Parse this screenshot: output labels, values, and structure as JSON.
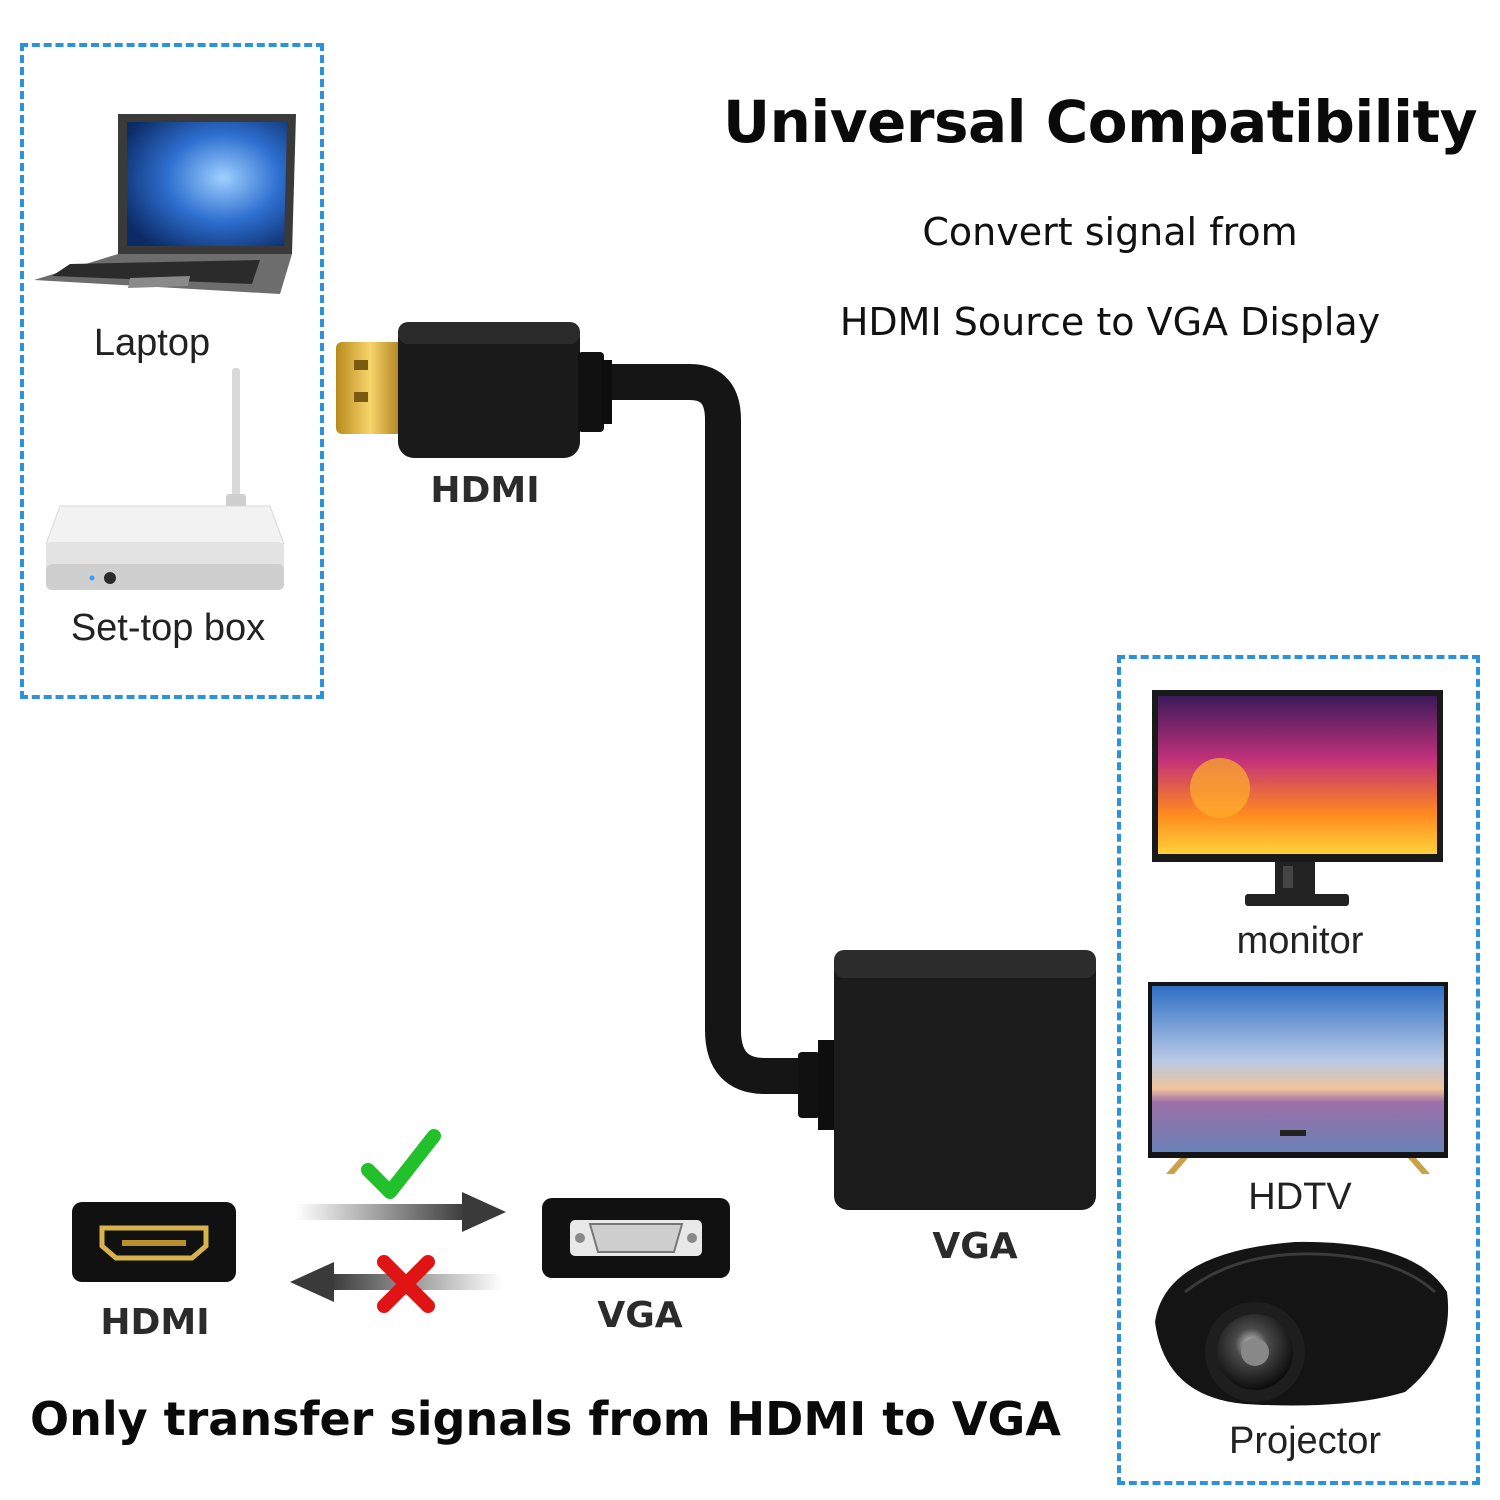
{
  "heading": {
    "title": "Universal Compatibility",
    "line1": "Convert signal from",
    "line2": "HDMI Source to VGA Display"
  },
  "sources": {
    "laptop_label": "Laptop",
    "settop_label": "Set-top box"
  },
  "adapter": {
    "hdmi_label": "HDMI",
    "vga_label": "VGA"
  },
  "displays": {
    "monitor_label": "monitor",
    "hdtv_label": "HDTV",
    "projector_label": "Projector"
  },
  "direction": {
    "hdmi_label": "HDMI",
    "vga_label": "VGA",
    "allowed_icon": "check-icon",
    "blocked_icon": "cross-icon"
  },
  "footer": {
    "note": "Only transfer signals from HDMI to VGA"
  },
  "colors": {
    "accent_dash": "#2b93dd",
    "check": "#22c02a",
    "cross": "#e01414"
  }
}
